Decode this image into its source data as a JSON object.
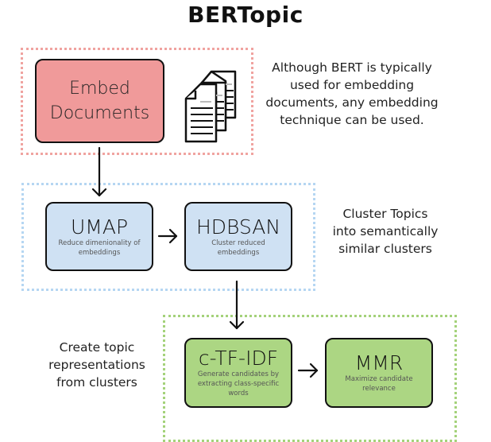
{
  "title": "BERTopic",
  "stages": [
    {
      "name": "embed",
      "group_color": "#f0a3a0",
      "description": "Although BERT is typically used for embedding documents, any embedding technique can be used.",
      "description_lines": [
        "Although BERT is typically",
        "used for embedding",
        "documents, any embedding",
        "technique can be used."
      ],
      "nodes": [
        {
          "title_lines": [
            "Embed",
            "Documents"
          ],
          "subtitle": "",
          "fill": "#f09a9a"
        }
      ],
      "icon": "documents-icon"
    },
    {
      "name": "cluster",
      "group_color": "#b5d6f2",
      "description_lines": [
        "Cluster Topics",
        "into semantically",
        "similar clusters"
      ],
      "nodes": [
        {
          "title": "UMAP",
          "subtitle": "Reduce dimenionality of embeddings",
          "fill": "#cfe1f3"
        },
        {
          "title": "HDBSAN",
          "subtitle": "Cluster reduced embeddings",
          "fill": "#cfe1f3"
        }
      ]
    },
    {
      "name": "represent",
      "group_color": "#a4d27a",
      "description_lines": [
        "Create topic",
        "representations",
        "from clusters"
      ],
      "nodes": [
        {
          "title": "c-TF-IDF",
          "subtitle": "Generate candidates by extracting class-specific words",
          "fill": "#acd683"
        },
        {
          "title": "MMR",
          "subtitle": "Maximize candidate relevance",
          "fill": "#acd683"
        }
      ]
    }
  ]
}
